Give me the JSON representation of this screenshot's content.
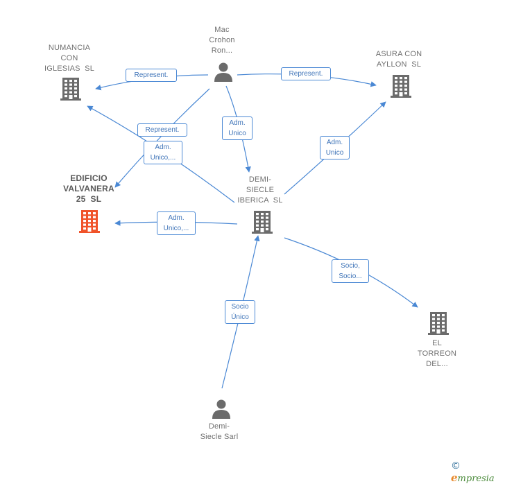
{
  "colors": {
    "edge": "#4a88d4",
    "building": "#6b6b6b",
    "building_highlight": "#f0532a",
    "person": "#6b6b6b"
  },
  "nodes": {
    "mac_crohon": {
      "type": "person",
      "lines": [
        "Mac",
        "Crohon",
        "Ron..."
      ]
    },
    "numancia": {
      "type": "company",
      "lines": [
        "NUMANCIA",
        "CON",
        "IGLESIAS  SL"
      ]
    },
    "asura": {
      "type": "company",
      "lines": [
        "ASURA CON",
        "AYLLON  SL"
      ]
    },
    "edificio": {
      "type": "company",
      "highlight": true,
      "lines": [
        "EDIFICIO",
        "VALVANERA",
        "25  SL"
      ]
    },
    "demi_siecle_iberica": {
      "type": "company",
      "lines": [
        "DEMI-",
        "SIECLE",
        "IBERICA  SL"
      ]
    },
    "el_torreon": {
      "type": "company",
      "lines": [
        "EL",
        "TORREON",
        "DEL..."
      ]
    },
    "demi_siecle_sarl": {
      "type": "person",
      "lines": [
        "Demi-",
        "Siecle Sarl"
      ]
    }
  },
  "edges": [
    {
      "id": "e1",
      "lines": [
        "Represent."
      ]
    },
    {
      "id": "e2",
      "lines": [
        "Represent."
      ]
    },
    {
      "id": "e3",
      "lines": [
        "Adm.",
        "Unico"
      ]
    },
    {
      "id": "e4",
      "lines": [
        "Represent."
      ]
    },
    {
      "id": "e5",
      "lines": [
        "Adm.",
        "Unico,..."
      ]
    },
    {
      "id": "e6",
      "lines": [
        "Adm.",
        "Unico"
      ]
    },
    {
      "id": "e7",
      "lines": [
        "Adm.",
        "Unico,..."
      ]
    },
    {
      "id": "e8",
      "lines": [
        "Socio,",
        "Socio..."
      ]
    },
    {
      "id": "e9",
      "lines": [
        "Socio",
        "Único"
      ]
    }
  ],
  "footer": {
    "symbol": "©",
    "brand_initial": "e",
    "brand_rest": "mpresia"
  }
}
